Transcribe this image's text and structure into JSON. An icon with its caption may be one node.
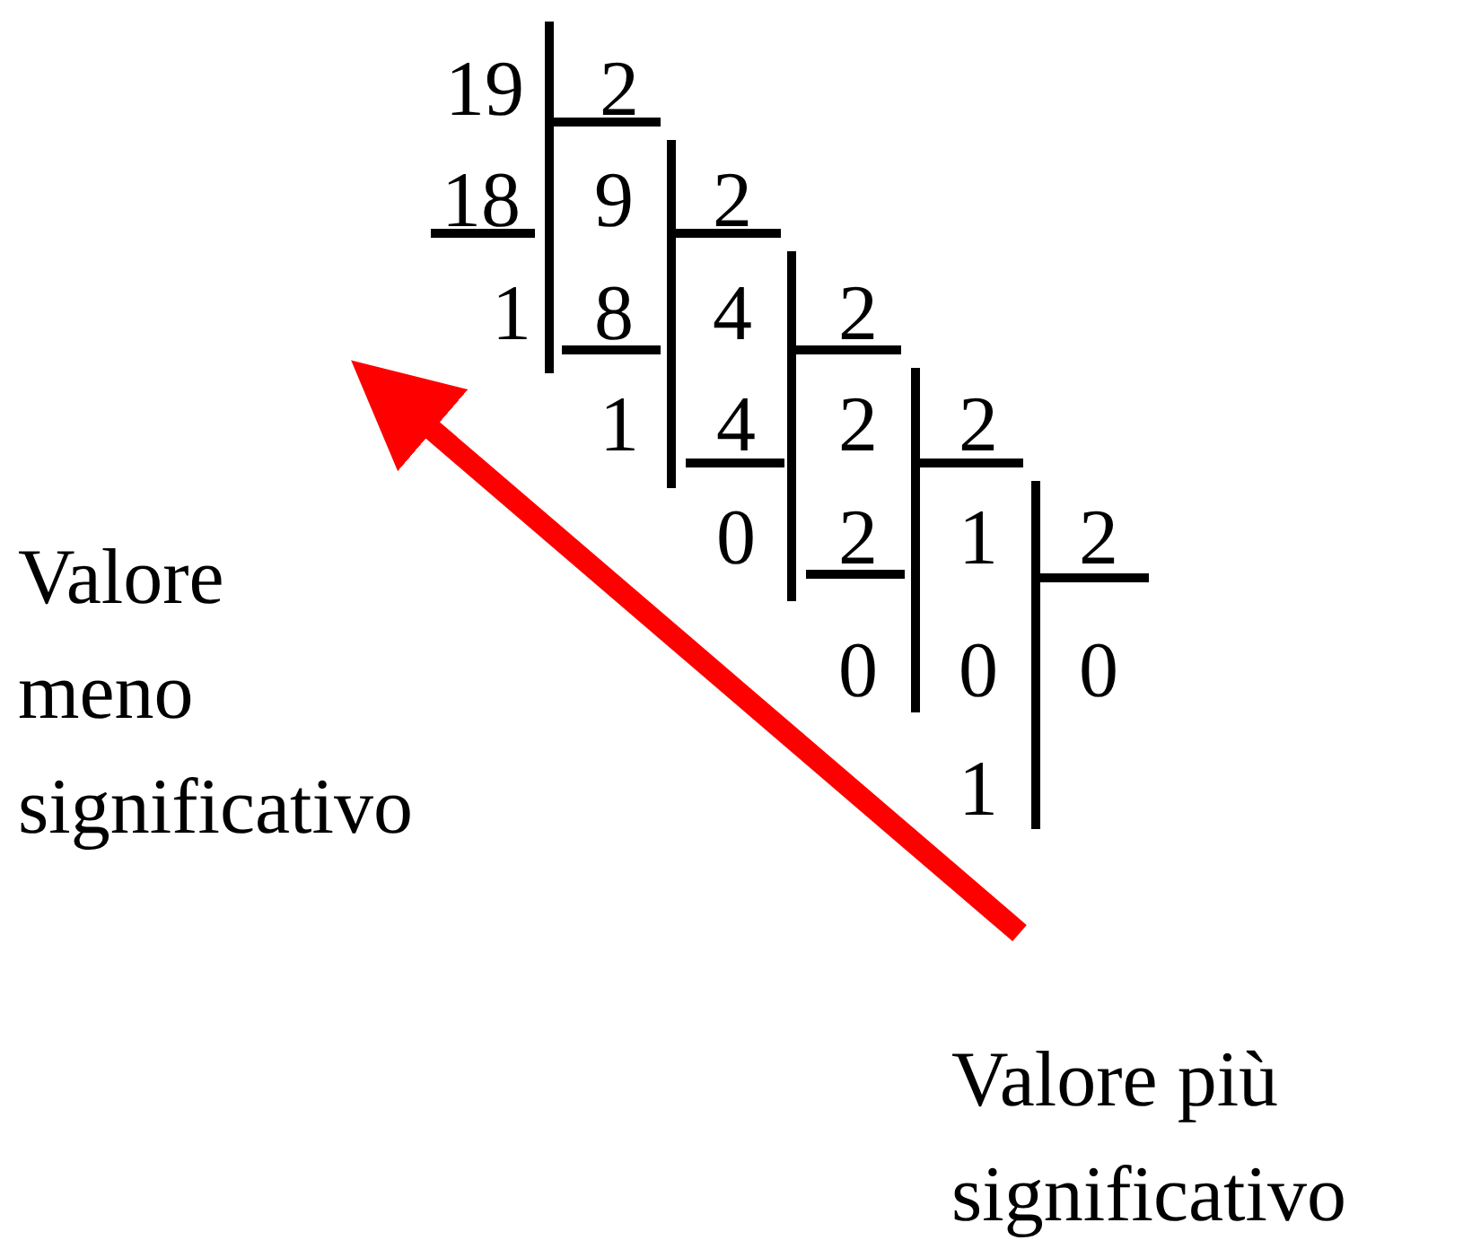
{
  "diagram": {
    "labels": [
      "19",
      "2",
      "18",
      "9",
      "2",
      "1",
      "8",
      "4",
      "2",
      "1",
      "4",
      "2",
      "2",
      "0",
      "2",
      "1",
      "2",
      "0",
      "0",
      "0",
      "1",
      "Valore meno significativo",
      "Valore più significativo"
    ]
  }
}
